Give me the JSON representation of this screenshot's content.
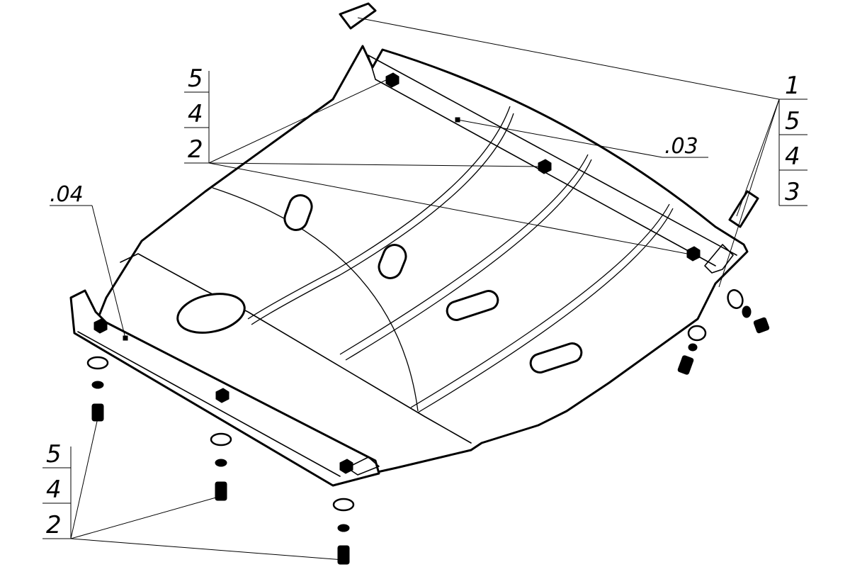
{
  "callouts": {
    "left_top": [
      "5",
      "4",
      "2"
    ],
    "right_top": [
      "1",
      "5",
      "4",
      "3"
    ],
    "left_bottom": [
      "5",
      "4",
      "2"
    ]
  },
  "references": {
    "detail_03": ".03",
    "detail_04": ".04"
  }
}
